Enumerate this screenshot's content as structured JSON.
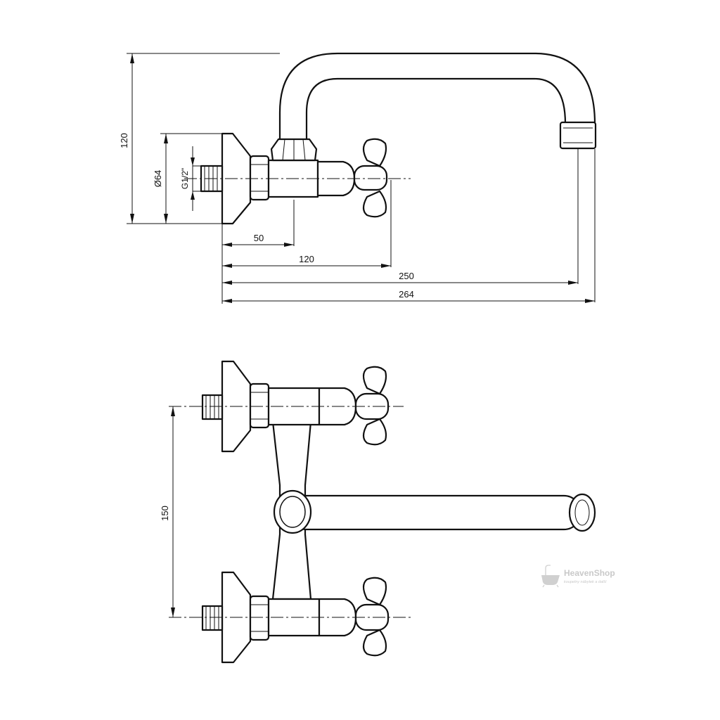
{
  "dimensions": {
    "height_total": "120",
    "diameter_rosette": "Ø64",
    "thread": "G1/2\"",
    "to_spout": "50",
    "to_handle": "120",
    "to_spout_axis": "250",
    "total_depth": "264",
    "spacing": "150"
  },
  "watermark": {
    "brand": "HeavenShop",
    "tagline": "koupelny nábytek a další"
  }
}
